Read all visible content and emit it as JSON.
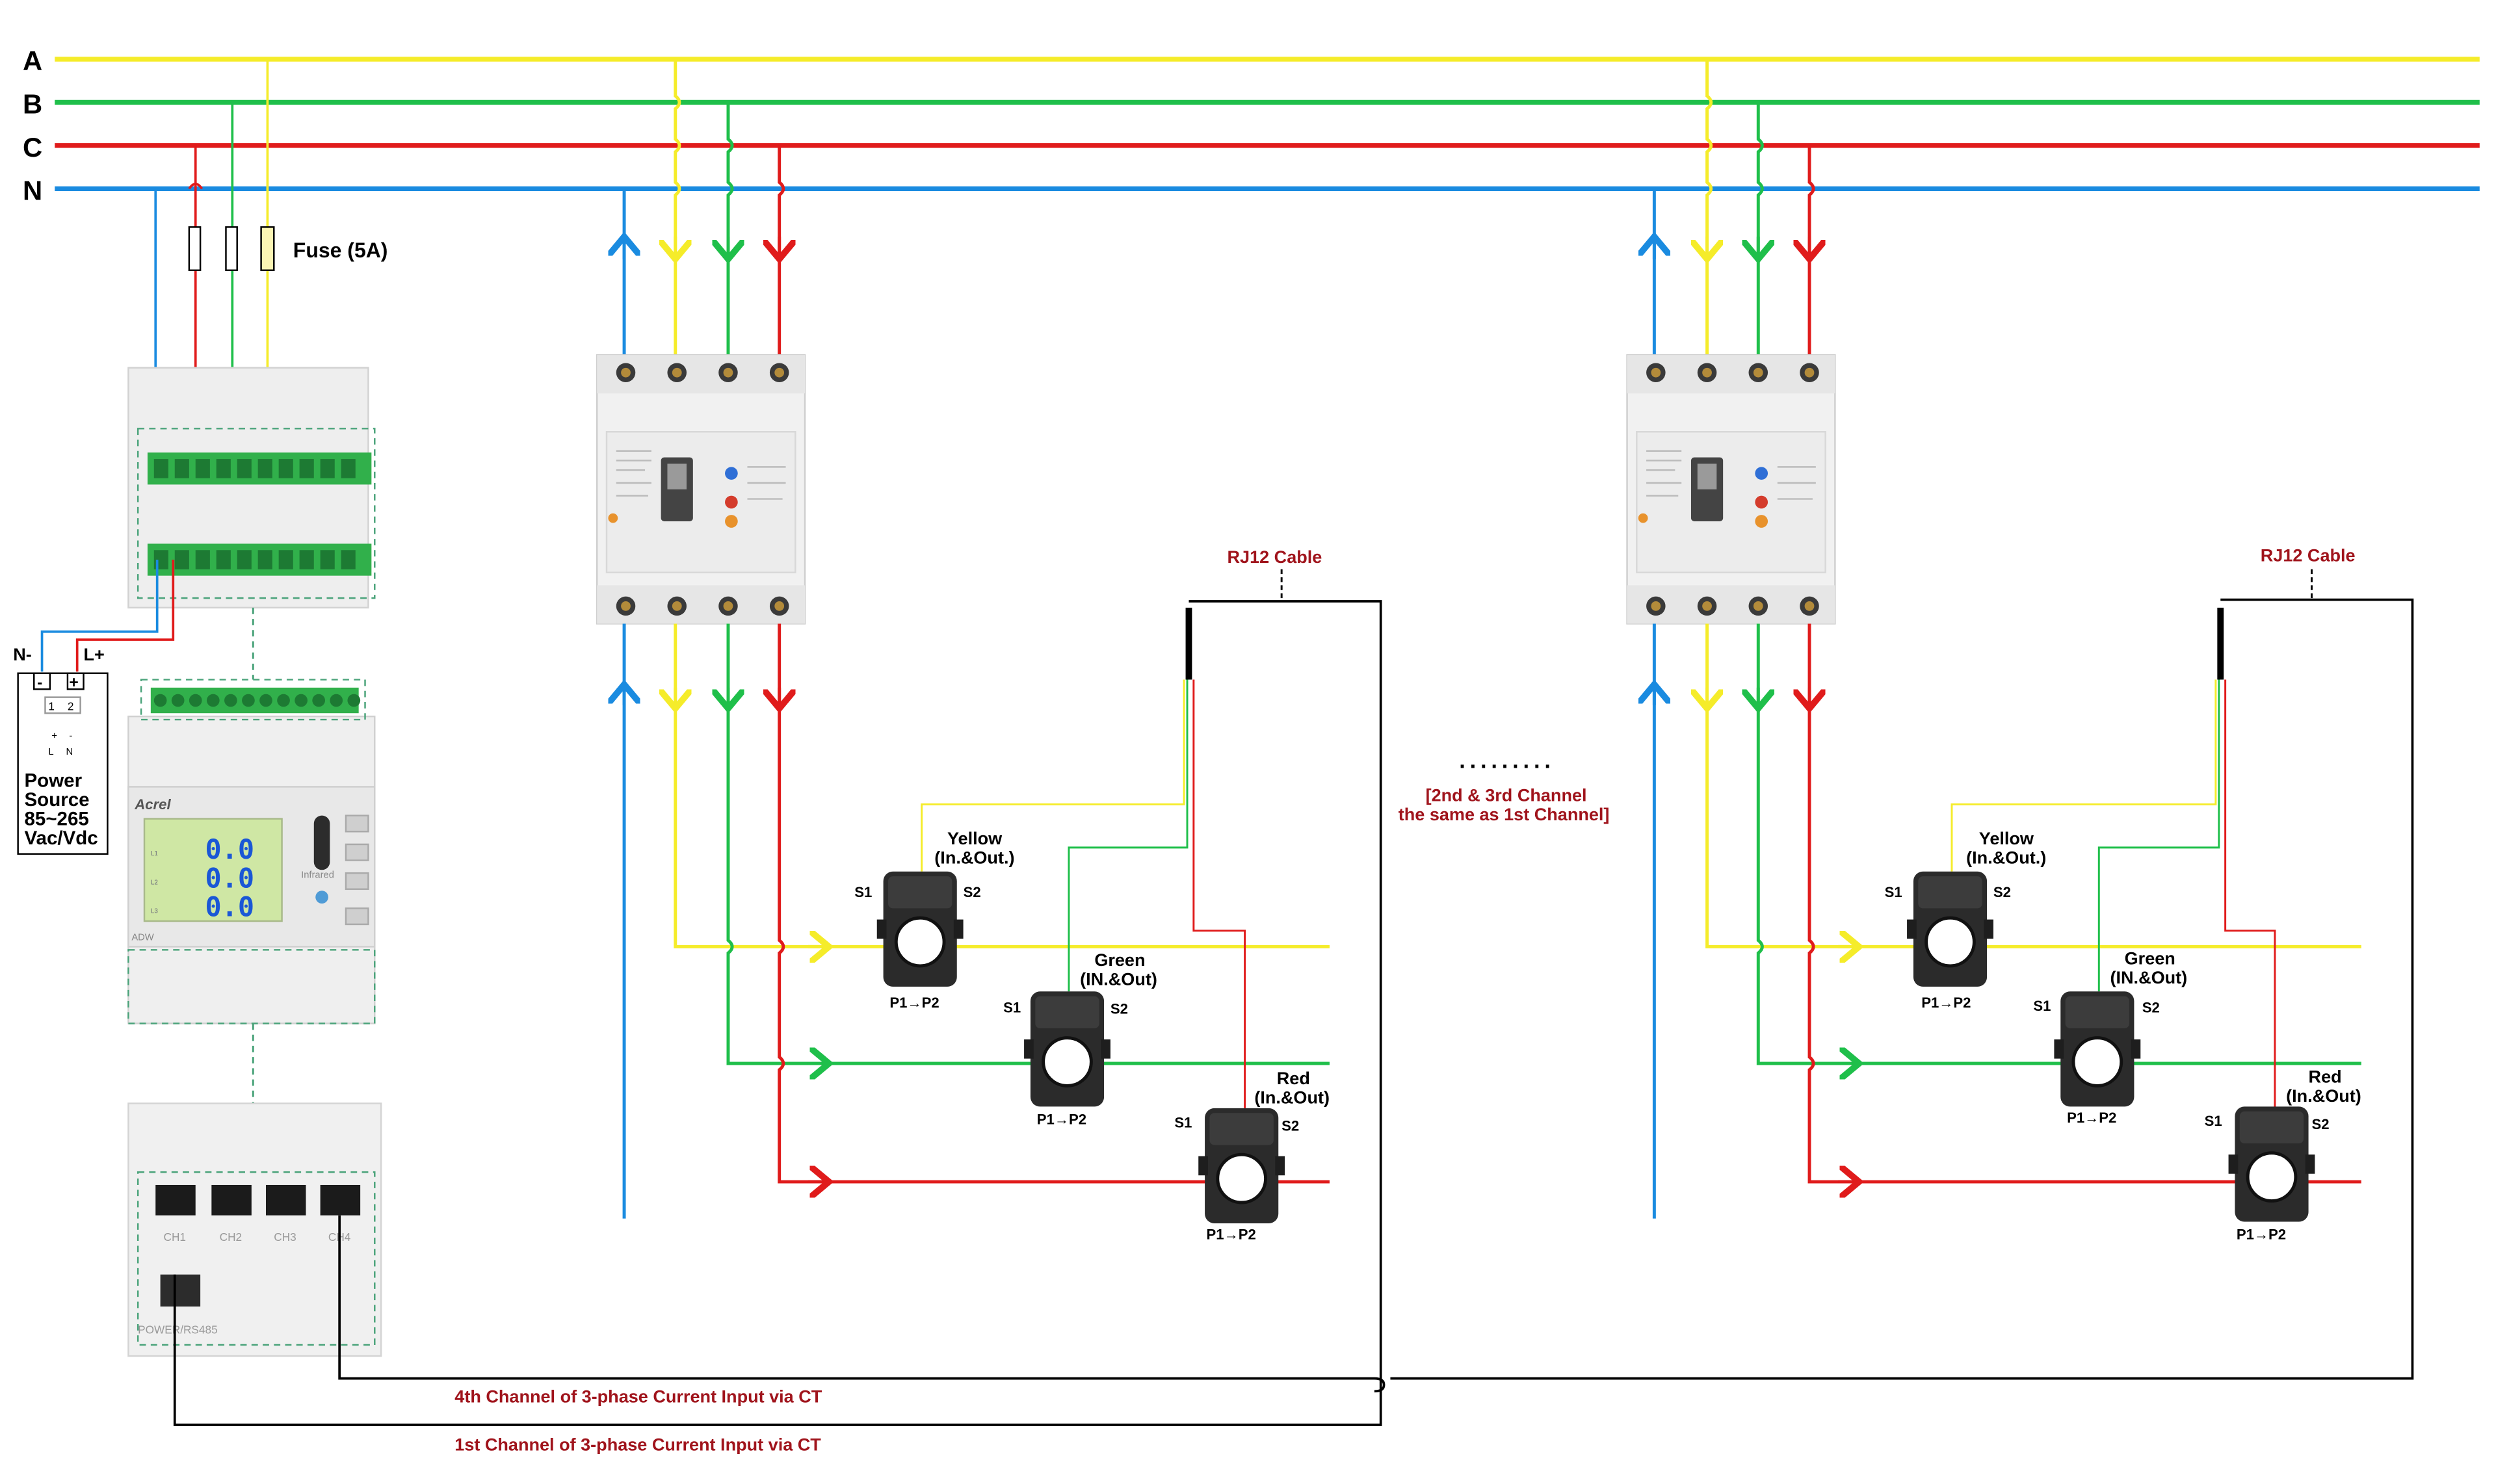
{
  "bus": {
    "labels": [
      "A",
      "B",
      "C",
      "N"
    ],
    "colors": {
      "A": "#f5ec2a",
      "B": "#1fbf4a",
      "C": "#e01b1b",
      "N": "#1a8be0"
    }
  },
  "fuse_label": "Fuse (5A)",
  "power": {
    "neg": "N-",
    "pos": "L+",
    "minus_glyph": "-",
    "plus_glyph": "+",
    "term1": "1",
    "term2": "2",
    "tplus": "+",
    "tminus": "-",
    "tl": "L",
    "tn": "N",
    "title": [
      "Power",
      "Source",
      "85~265",
      "Vac/Vdc"
    ]
  },
  "meter": {
    "brand": "Acrel",
    "readings": [
      "0.0",
      "0.0",
      "0.0"
    ],
    "ir_label": "Infrared",
    "model": "ADW",
    "phase_tags": [
      "L1",
      "L2",
      "L3"
    ]
  },
  "hub": {
    "ports": [
      "CH1",
      "CH2",
      "CH3",
      "CH4"
    ],
    "rs485": "POWER/RS485"
  },
  "channels": [
    {
      "rj12": "RJ12 Cable",
      "ct": [
        {
          "title": [
            "Yellow",
            "(In.&Out.)"
          ],
          "s1": "S1",
          "s2": "S2",
          "p": "P1→P2"
        },
        {
          "title": [
            "Green",
            "(IN.&Out)"
          ],
          "s1": "S1",
          "s2": "S2",
          "p": "P1→P2"
        },
        {
          "title": [
            "Red",
            "(In.&Out)"
          ],
          "s1": "S1",
          "s2": "S2",
          "p": "P1→P2"
        }
      ]
    },
    {
      "rj12": "RJ12 Cable",
      "ct": [
        {
          "title": [
            "Yellow",
            "(In.&Out.)"
          ],
          "s1": "S1",
          "s2": "S2",
          "p": "P1→P2"
        },
        {
          "title": [
            "Green",
            "(IN.&Out)"
          ],
          "s1": "S1",
          "s2": "S2",
          "p": "P1→P2"
        },
        {
          "title": [
            "Red",
            "(In.&Out)"
          ],
          "s1": "S1",
          "s2": "S2",
          "p": "P1→P2"
        }
      ]
    }
  ],
  "middle_note": {
    "dots": "·········",
    "lines": [
      "[2nd & 3rd Channel",
      "the same as 1st Channel]"
    ]
  },
  "bottom_labels": {
    "ch4": "4th Channel of 3-phase Current Input via CT",
    "ch1": "1st Channel of 3-phase Current Input via CT"
  }
}
